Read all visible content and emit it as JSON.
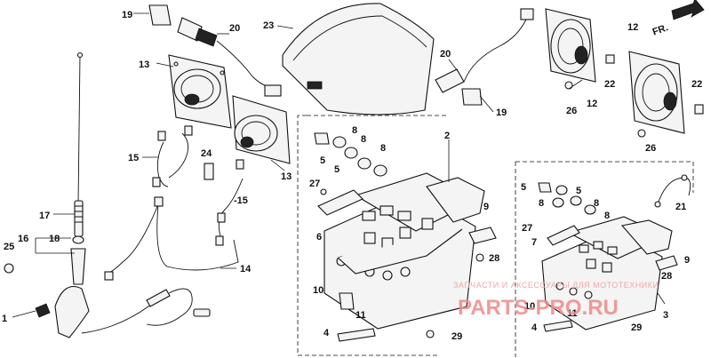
{
  "direction_label": "FR.",
  "callouts": {
    "c1": "1",
    "c2": "2",
    "c3": "3",
    "c4a": "4",
    "c4b": "4",
    "c5a": "5",
    "c5b": "5",
    "c5c": "5",
    "c5d": "5",
    "c6": "6",
    "c7": "7",
    "c8a": "8",
    "c8b": "8",
    "c8c": "8",
    "c8d": "8",
    "c8e": "8",
    "c9a": "9",
    "c9b": "9",
    "c10a": "10",
    "c10b": "10",
    "c11a": "11",
    "c11b": "11",
    "c12a": "12",
    "c12b": "12",
    "c13a": "13",
    "c13b": "13",
    "c14": "14",
    "c15a": "15",
    "c15b": "-15",
    "c16": "16",
    "c17": "17",
    "c18": "18",
    "c19a": "19",
    "c19b": "19",
    "c20a": "20",
    "c20b": "20",
    "c21": "21",
    "c22a": "22",
    "c22b": "22",
    "c23": "23",
    "c24": "24",
    "c25": "25",
    "c26a": "26",
    "c26b": "26",
    "c27a": "27",
    "c27b": "27",
    "c28a": "28",
    "c28b": "28",
    "c29a": "29",
    "c29b": "29"
  },
  "watermark": {
    "line1": "ЗАПЧАСТИ И АКСЕССУАРЫ ДЛЯ МОТОТЕХНИКИ",
    "line2": "PARTS-PRO.RU"
  }
}
